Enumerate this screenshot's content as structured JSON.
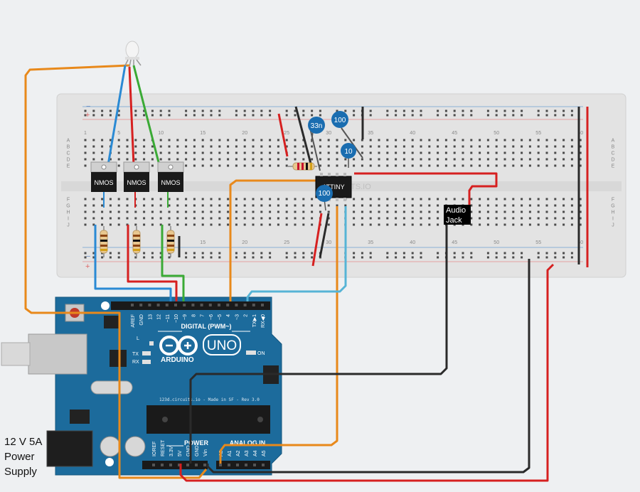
{
  "breadboard": {
    "col_labels_top": [
      "1",
      "5",
      "10",
      "15",
      "20",
      "25",
      "30",
      "35",
      "40",
      "45",
      "50",
      "55",
      "60"
    ],
    "col_labels_bottom": [
      "15",
      "20",
      "25",
      "30",
      "35",
      "40",
      "45",
      "50",
      "55",
      "60"
    ],
    "row_labels_top": [
      "A",
      "B",
      "C",
      "D",
      "E"
    ],
    "row_labels_bottom": [
      "F",
      "G",
      "H",
      "I",
      "J"
    ],
    "rail_minus": "−",
    "rail_plus": "+",
    "watermark": "ITS.IO"
  },
  "components": {
    "mosfets": [
      "NMOS",
      "NMOS",
      "NMOS"
    ],
    "chip": "ATTINY",
    "capacitors": [
      "33n",
      "100",
      "10",
      "100"
    ],
    "audio_jack": [
      "Audio",
      "Jack"
    ]
  },
  "arduino": {
    "model": "UNO",
    "brand": "ARDUINO",
    "digital_title": "DIGITAL (PWM~)",
    "digital_pins": [
      "AREF",
      "GND",
      "13",
      "12",
      "~11",
      "~10",
      "~9",
      "8",
      "7",
      "~6",
      "~5",
      "4",
      "~3",
      "2",
      "TX▶1",
      "RX◀0"
    ],
    "power_title": "POWER",
    "power_pins": [
      "IOREF",
      "RESET",
      "3.3V",
      "5V",
      "GND",
      "GND",
      "Vin"
    ],
    "analog_title": "ANALOG IN",
    "analog_pins": [
      "A0",
      "A1",
      "A2",
      "A3",
      "A4",
      "A5"
    ],
    "led_labels": [
      "L",
      "TX",
      "RX",
      "ON"
    ],
    "chip_text": "123d.circuits.io - Made in SF - Rev 3.0"
  },
  "power_supply": {
    "lines": [
      "12 V 5A",
      "Power",
      "Supply"
    ]
  },
  "colors": {
    "wire_orange": "#e8891b",
    "wire_red": "#d62020",
    "wire_green": "#3aaa35",
    "wire_blue": "#2a8ad4",
    "wire_lightblue": "#56b4d6",
    "wire_black": "#2a2a2a",
    "arduino_board": "#1c6b9c",
    "capacitor": "#1a6db0"
  }
}
